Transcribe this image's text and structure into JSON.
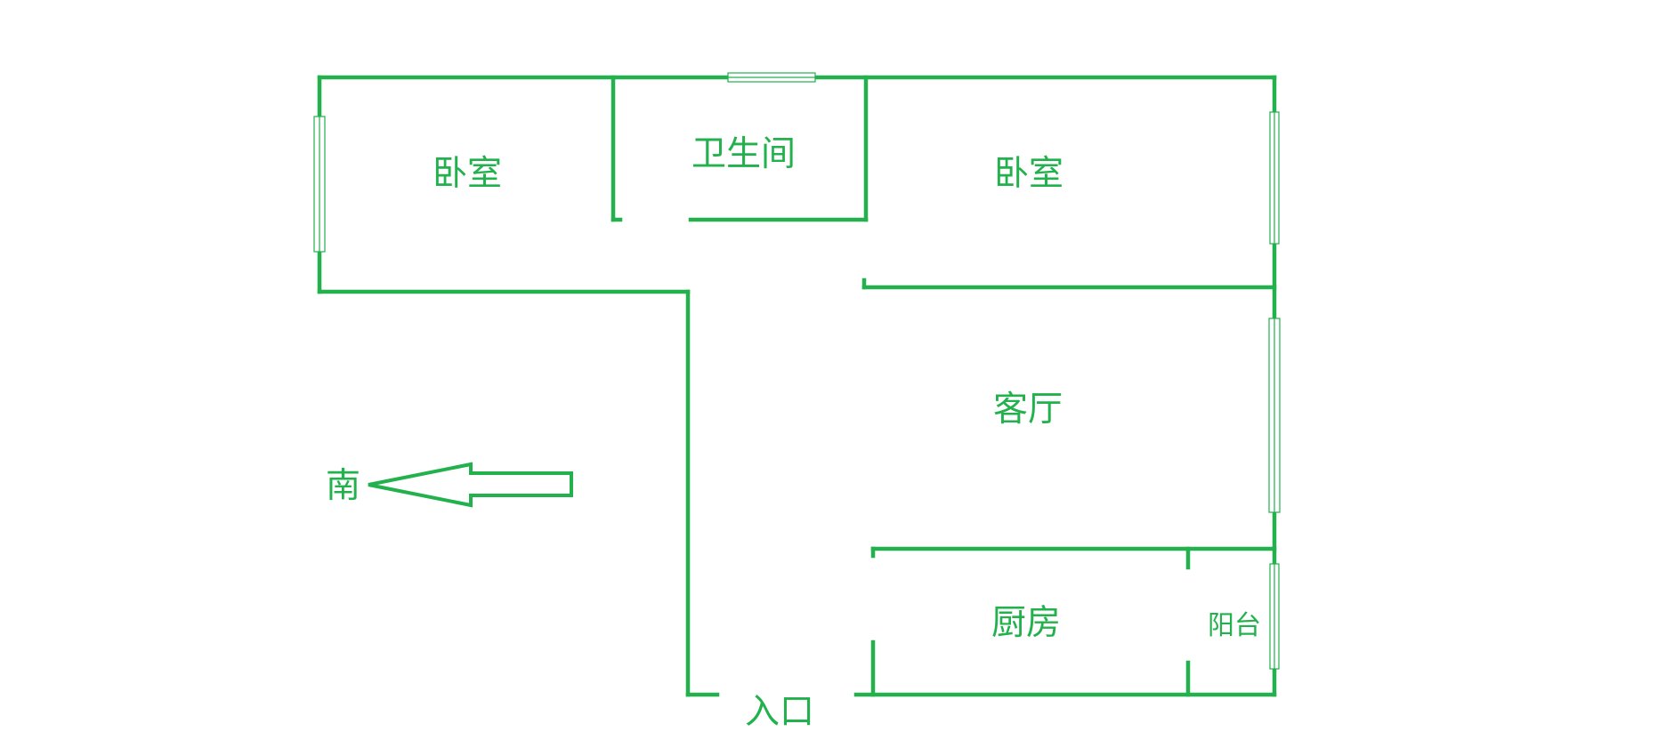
{
  "colors": {
    "wall": "#22b14c",
    "window": "#22b14c",
    "text": "#22b14c"
  },
  "rooms": {
    "bedroom_west": "卧室",
    "bathroom": "卫生间",
    "bedroom_east": "卧室",
    "living_room": "客厅",
    "kitchen": "厨房",
    "balcony": "阳台"
  },
  "entrance": "入口",
  "compass": {
    "label": "南",
    "icon": "arrow-left-icon"
  }
}
